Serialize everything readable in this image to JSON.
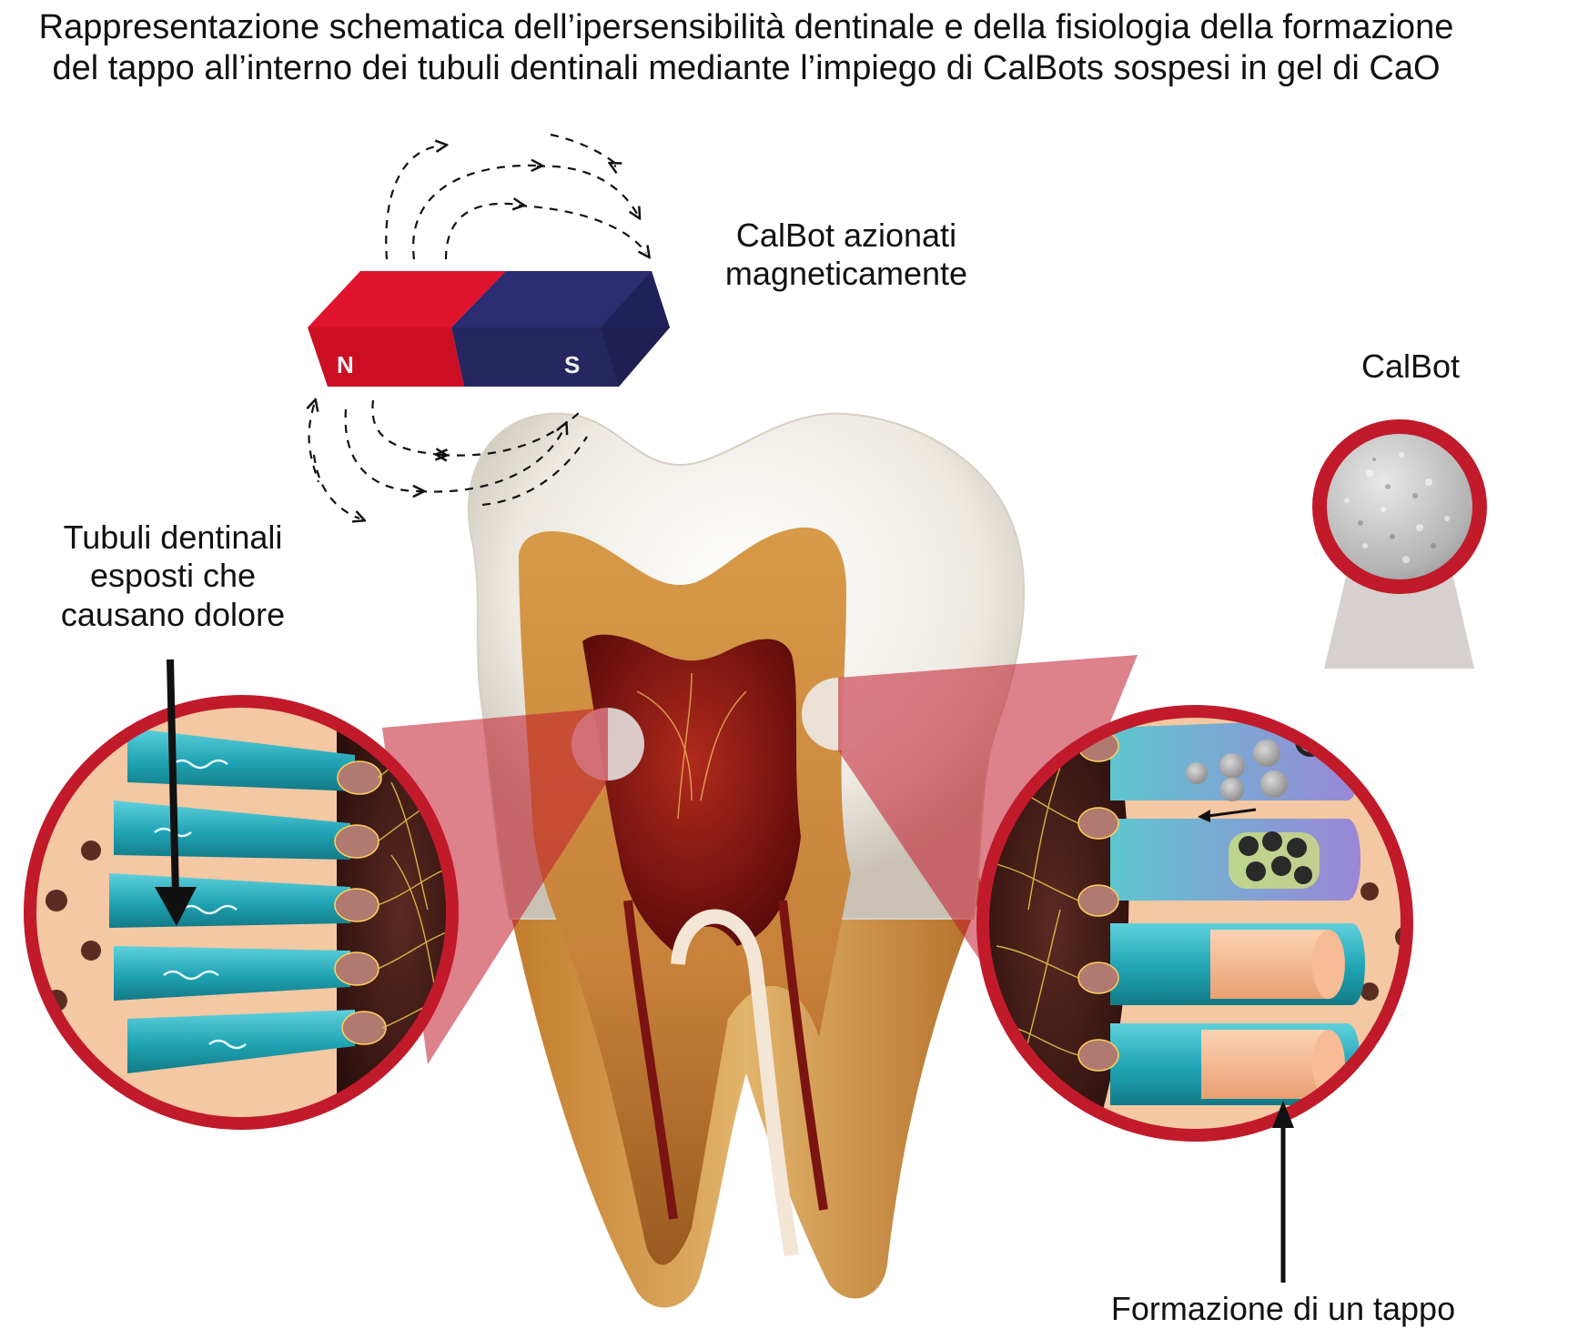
{
  "title": {
    "line1": "Rappresentazione schematica dell’ipersensibilità dentinale e della fisiologia della formazione",
    "line2": "del tappo all’interno dei tubuli dentinali mediante l’impiego di CalBots sospesi in gel di CaO"
  },
  "magnet": {
    "north_letter": "N",
    "south_letter": "S",
    "north_color": "#cc0e23",
    "south_color": "#262660"
  },
  "labels": {
    "magnet_line1": "CalBot azionati",
    "magnet_line2": "magneticamente",
    "calbot": "CalBot",
    "left_line1": "Tubuli dentinali",
    "left_line2": "esposti che",
    "left_line3": "causano dolore",
    "plug": "Formazione di un tappo"
  },
  "colors": {
    "callout_ring": "#c11a2b",
    "tubule": "#22a6b5",
    "dentin": "#f1c4a0",
    "enamel": "#f4f1ea",
    "pulp": "#8e1010"
  }
}
